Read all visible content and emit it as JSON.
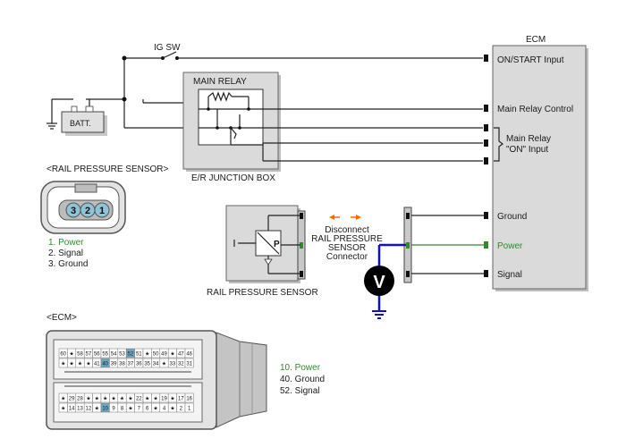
{
  "ig_switch": {
    "label": "IG SW"
  },
  "battery": {
    "label": "BATT."
  },
  "main_relay": {
    "label": "MAIN RELAY"
  },
  "junction_box": {
    "label": "E/R JUNCTION BOX"
  },
  "ecm": {
    "title": "ECM",
    "pins": [
      "ON/START Input",
      "Main Relay Control",
      "Main Relay",
      "\"ON\" Input",
      "Ground",
      "Power",
      "Signal"
    ]
  },
  "disconnect_note": {
    "lines": [
      "Disconnect",
      "RAIL PRESSURE",
      "SENSOR",
      "Connector"
    ]
  },
  "voltmeter": {
    "symbol": "V"
  },
  "sensor": {
    "label": "RAIL PRESSURE SENSOR",
    "symbol": "P",
    "connector_title": "<RAIL PRESSURE SENSOR>",
    "pin_numbers": [
      "3",
      "2",
      "1"
    ],
    "pins": [
      "1. Power",
      "2. Signal",
      "3. Ground"
    ]
  },
  "ecm_connector": {
    "title": "<ECM>",
    "pins": [
      "10. Power",
      "40. Ground",
      "52. Signal"
    ],
    "row1": [
      "60",
      "★",
      "58",
      "57",
      "56",
      "55",
      "54",
      "53",
      "52",
      "51",
      "★",
      "50",
      "49",
      "★",
      "47",
      "46"
    ],
    "row2": [
      "★",
      "★",
      "★",
      "★",
      "41",
      "40",
      "39",
      "38",
      "37",
      "36",
      "35",
      "34",
      "★",
      "33",
      "32",
      "31"
    ],
    "row3": [
      "★",
      "29",
      "28",
      "★",
      "★",
      "★",
      "★",
      "★",
      "★",
      "22",
      "★",
      "★",
      "19",
      "★",
      "17",
      "16"
    ],
    "row4": [
      "★",
      "14",
      "13",
      "12",
      "★",
      "10",
      "9",
      "8",
      "★",
      "7",
      "6",
      "★",
      "4",
      "★",
      "2",
      "1"
    ]
  },
  "colors": {
    "power_green": "#2e8b2e",
    "wire_blue": "#1010d0",
    "arrow_orange": "#ff6600",
    "pin_highlight": "#6fa6bf"
  }
}
